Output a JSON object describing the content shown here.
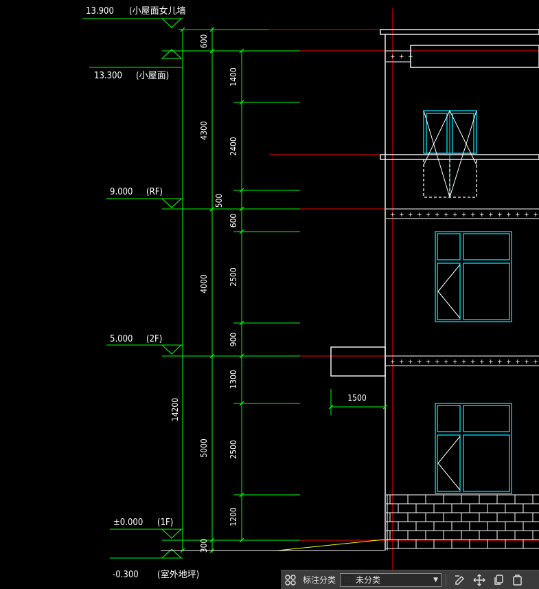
{
  "drawing": {
    "levels": [
      {
        "value": "13.900",
        "name": "(小屋面女儿墙"
      },
      {
        "value": "13.300",
        "name": "(小屋面)"
      },
      {
        "value": "9.000",
        "name": "(RF)"
      },
      {
        "value": "5.000",
        "name": "(2F)"
      },
      {
        "value": "±0.000",
        "name": "(1F)"
      },
      {
        "value": "-0.300",
        "name": "(室外地坪)"
      }
    ],
    "dims_total": {
      "overall": "14200"
    },
    "dims_floor": [
      "600",
      "4300",
      "4000",
      "5000",
      "300"
    ],
    "dims_detail": [
      "1400",
      "2400",
      "500",
      "600",
      "2500",
      "900",
      "1300",
      "2500",
      "1200"
    ],
    "dim_canopy": "1500",
    "colors": {
      "dimension": "#00ff00",
      "axis": "#ff0000",
      "window": "#00e5ff",
      "outline": "#ffffff",
      "slope": "#ffff00"
    }
  },
  "toolbar": {
    "label": "标注分类",
    "category": "未分类",
    "swatch_color": "#e8541a",
    "icons": [
      "categorize-icon",
      "edit-icon",
      "move-icon",
      "copy-icon",
      "paste-icon"
    ]
  }
}
